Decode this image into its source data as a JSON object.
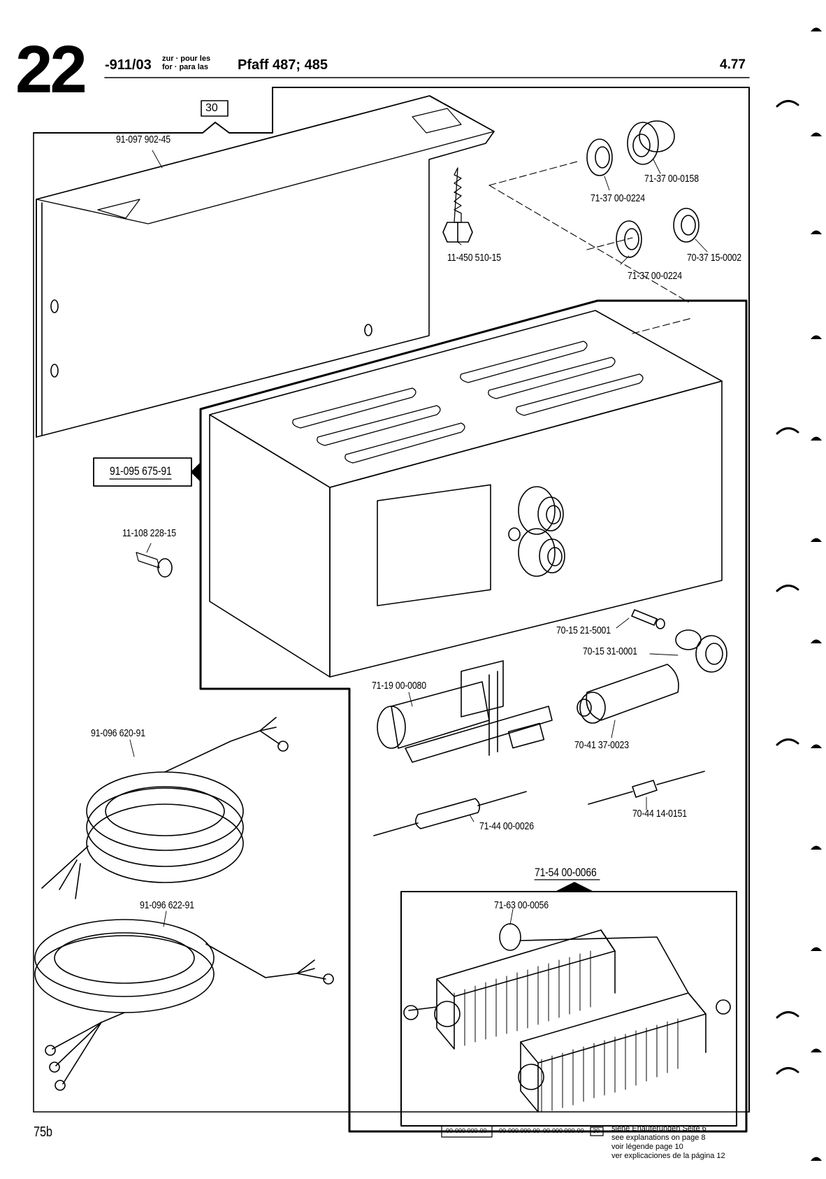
{
  "header": {
    "page_number": "22",
    "code": "-911/03",
    "for_lines": [
      "zur · pour les",
      "for · para las"
    ],
    "model": "Pfaff 487; 485",
    "date": "4.77"
  },
  "callouts": {
    "reference_box": "30",
    "unit_box": "91-095 675-91",
    "sub_unit": "71-54 00-0066"
  },
  "parts": {
    "p1": "91-097 902-45",
    "p2": "11-450 510-15",
    "p3": "71-37 00-0158",
    "p4": "71-37 00-0224",
    "p5": "70-37 15-0002",
    "p6": "71-37 00-0224",
    "p7": "11-108 228-15",
    "p8": "70-15 21-5001",
    "p9": "70-15 31-0001",
    "p10": "71-19 00-0080",
    "p11": "91-096 620-91",
    "p12": "70-41 37-0023",
    "p13": "70-44 14-0151",
    "p14": "71-44 00-0026",
    "p15": "71-63 00-0056",
    "p16": "91-096 622-91"
  },
  "footer": {
    "page_ref": "75b",
    "legend_box": "00-000 000-00",
    "legend_plain": [
      "00-000 000-00",
      "00-000 000-00"
    ],
    "legend_ref": "30",
    "explanations": [
      "siehe Erläuterungen Seite 6",
      "see explanations on page 8",
      "voir légende page 10",
      "ver explicaciones de la página 12"
    ]
  }
}
